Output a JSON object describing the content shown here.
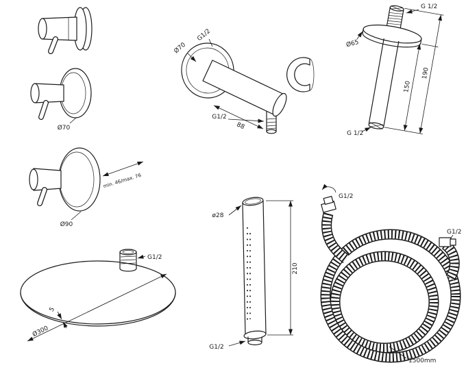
{
  "colors": {
    "background": "#ffffff",
    "line": "#1a1a1a"
  },
  "components": {
    "mixer_valve": {
      "labels": {
        "diameter_70": "Ø70",
        "diameter_90": "Ø90",
        "depth_range": "min. 46/max. 76"
      }
    },
    "wall_elbow": {
      "labels": {
        "thread_top": "G1/2",
        "diameter": "Ø70",
        "thread_outlet": "G1/2",
        "length": "88"
      }
    },
    "ceiling_arm": {
      "labels": {
        "thread_top": "G 1/2",
        "diameter": "Ø65",
        "length_150": "150",
        "length_190": "190",
        "thread_bottom": "G 1/2"
      }
    },
    "shower_head": {
      "labels": {
        "thread": "G1/2",
        "thickness": "5",
        "diameter": "Ø300"
      }
    },
    "hand_shower": {
      "labels": {
        "diameter": "ø28",
        "length": "210",
        "thread": "G1/2"
      }
    },
    "hose": {
      "labels": {
        "thread_top": "G1/2",
        "thread_right": "G1/2",
        "length": "1500mm"
      }
    }
  }
}
